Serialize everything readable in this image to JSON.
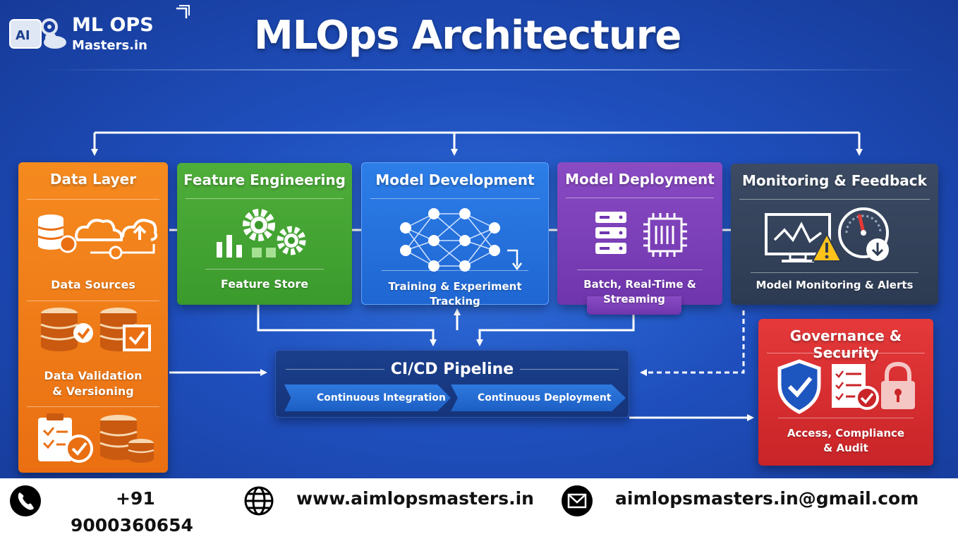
{
  "logo": {
    "badge": "AI",
    "main": "ML OPS",
    "sub": "Masters.in"
  },
  "title": "MLOps Architecture",
  "cards": {
    "data_layer": {
      "title": "Data Layer",
      "labels": [
        "Data Sources",
        "Data Validation",
        "& Versioning"
      ]
    },
    "feature_engineering": {
      "title": "Feature Engineering",
      "label": "Feature Store"
    },
    "model_development": {
      "title": "Model Development",
      "label": "Training & Experiment Tracking"
    },
    "model_deployment": {
      "title": "Model Deployment",
      "labels": [
        "Batch, Real-Time &",
        "Streaming"
      ]
    },
    "monitoring": {
      "title": "Monitoring & Feedback",
      "label": "Model Monitoring & Alerts"
    },
    "governance": {
      "title": "Governance & Security",
      "labels": [
        "Access, Compliance",
        "& Audit"
      ]
    }
  },
  "cicd": {
    "title": "CI/CD Pipeline",
    "stages": [
      "Continuous Integration",
      "Continuous Deployment"
    ]
  },
  "footer": {
    "phone_lines": [
      "+91",
      "9000360654"
    ],
    "website": "www.aimlopsmasters.in",
    "email": "aimlopsmasters.in@gmail.com"
  },
  "icons": [
    "phone-icon",
    "globe-icon",
    "mail-icon",
    "database-icon",
    "cloud-icon",
    "gear-icon",
    "bar-chart-icon",
    "neural-network-icon",
    "server-icon",
    "chip-icon",
    "monitor-icon",
    "warning-icon",
    "gauge-icon",
    "shield-icon",
    "checklist-icon",
    "lock-icon"
  ],
  "colors": {
    "data_layer": "#ea6f12",
    "feature_engineering": "#3a9a2c",
    "model_development": "#1f66d2",
    "model_deployment": "#6f35ad",
    "monitoring": "#2c3a52",
    "governance": "#c92428",
    "cicd": "#15347a"
  }
}
